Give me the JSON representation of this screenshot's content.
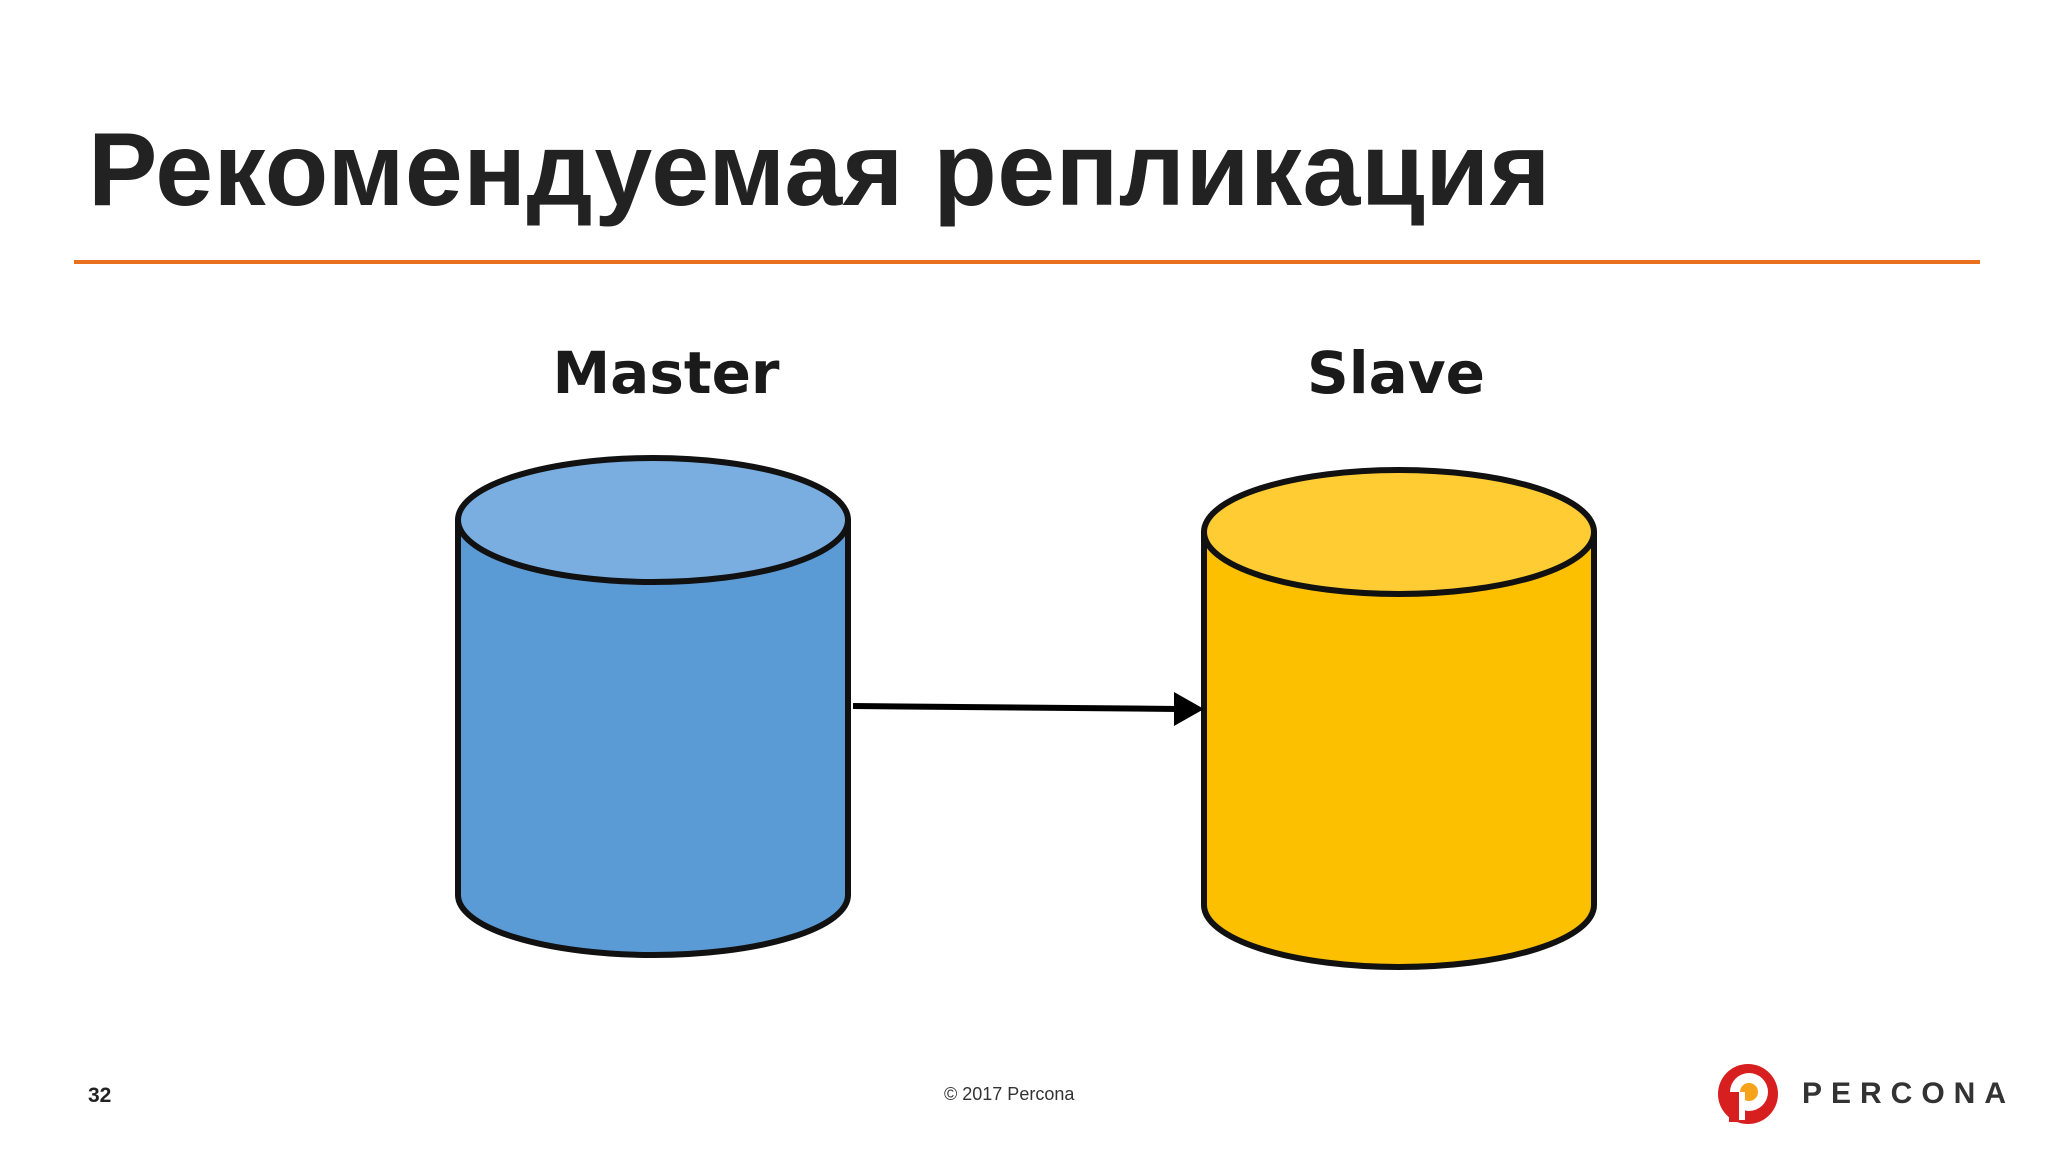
{
  "slide": {
    "title": "Рекомендуемая репликация",
    "page_number": "32",
    "copyright": "© 2017 Percona"
  },
  "diagram": {
    "nodes": [
      {
        "id": "master",
        "label": "Master",
        "shape": "cylinder-icon",
        "fill": "#5b9bd5",
        "top_fill": "#7aaee0"
      },
      {
        "id": "slave",
        "label": "Slave",
        "shape": "cylinder-icon",
        "fill": "#fdc000",
        "top_fill": "#ffcc33"
      }
    ],
    "edges": [
      {
        "from": "master",
        "to": "slave",
        "shape": "arrow-right-icon"
      }
    ]
  },
  "brand": {
    "logo_text": "PERCONA",
    "logo_icon": "percona-logo-icon",
    "accent_color": "#e8701e",
    "logo_color": "#d71f1f"
  }
}
